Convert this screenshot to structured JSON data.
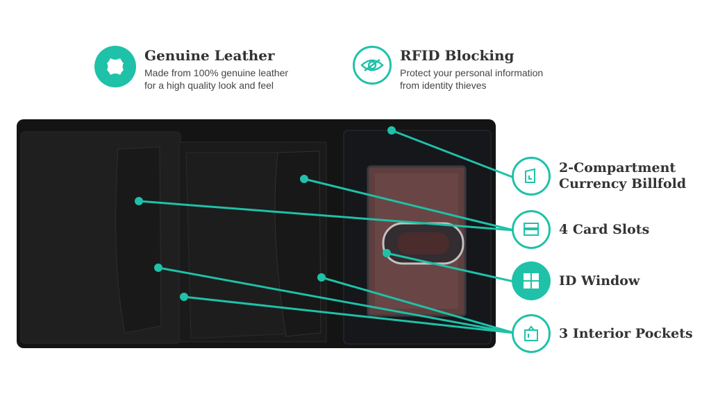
{
  "features_top": [
    {
      "icon": "leather-hide-icon",
      "title": "Genuine Leather",
      "desc_line1": "Made from 100% genuine leather",
      "desc_line2": "for a high quality look and feel"
    },
    {
      "icon": "eye-icon",
      "title": "RFID Blocking",
      "desc_line1": "Protect your personal information",
      "desc_line2": "from identity thieves"
    }
  ],
  "features_right": [
    {
      "icon": "billfold-icon",
      "line1": "2-Compartment",
      "line2": "Currency Billfold"
    },
    {
      "icon": "card-slots-icon",
      "line1": "4 Card Slots"
    },
    {
      "icon": "id-window-icon",
      "line1": "ID Window"
    },
    {
      "icon": "pocket-icon",
      "line1": "3 Interior Pockets"
    }
  ],
  "colors": {
    "accent": "#1fc1a8",
    "wallet": "#1c1c1c",
    "text": "#333333"
  }
}
